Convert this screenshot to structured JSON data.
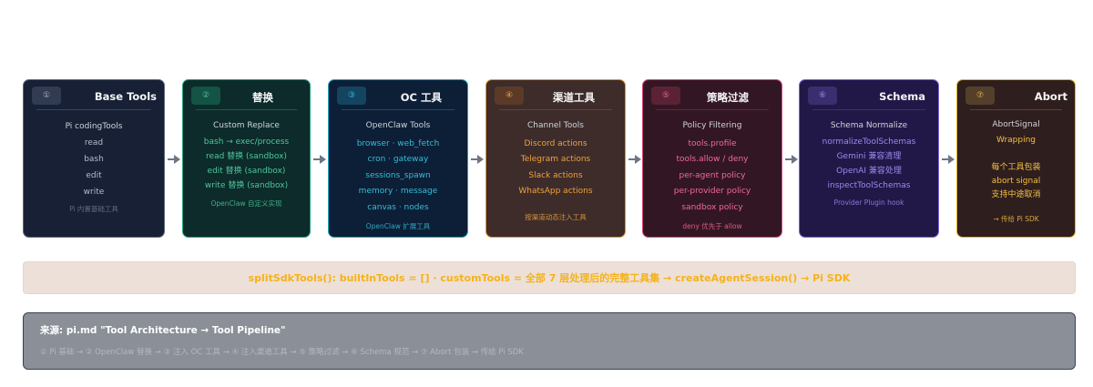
{
  "colors": {
    "arrow": "#6b7686",
    "banner_bg": "#ede0d8",
    "banner_text": "#f5b21a",
    "source_bg": "#8a8f98"
  },
  "stages": [
    {
      "badge": "①",
      "title": "Base Tools",
      "colors": {
        "bg": "#172034",
        "border": "#5f6b80",
        "badge_bg": "#313b52",
        "badge_fg": "#aab3c2",
        "rule": "#3a4559"
      },
      "lines": [
        "Pi codingTools",
        "read",
        "bash",
        "edit",
        "write"
      ],
      "note": "Pi 内置基础工具"
    },
    {
      "badge": "②",
      "title": "替换",
      "colors": {
        "bg": "#0c2b2a",
        "border": "#23a27a",
        "badge_bg": "#145346",
        "badge_fg": "#50c69c",
        "rule": "#1f5a4c"
      },
      "lines": [
        "Custom Replace",
        "bash → exec/process",
        "read 替换 (sandbox)",
        "edit 替换 (sandbox)",
        "write 替换 (sandbox)"
      ],
      "note": "OpenClaw 自定义实现"
    },
    {
      "badge": "③",
      "title": "OC 工具",
      "colors": {
        "bg": "#0c1f36",
        "border": "#1fa6c4",
        "badge_bg": "#144560",
        "badge_fg": "#38bcd8",
        "rule": "#1c4c66"
      },
      "lines": [
        "OpenClaw Tools",
        "browser · web_fetch",
        "cron · gateway",
        "sessions_spawn",
        "memory · message",
        "canvas · nodes"
      ],
      "note": "OpenClaw 扩展工具"
    },
    {
      "badge": "④",
      "title": "渠道工具",
      "colors": {
        "bg": "#3d2c2a",
        "border": "#e0963a",
        "badge_bg": "#5b3b28",
        "badge_fg": "#f2a23a",
        "rule": "#5e4535"
      },
      "lines": [
        "Channel Tools",
        "Discord actions",
        "Telegram actions",
        "Slack actions",
        "WhatsApp actions"
      ],
      "note": "按渠道动态注入工具"
    },
    {
      "badge": "⑤",
      "title": "策略过滤",
      "colors": {
        "bg": "#331624",
        "border": "#d94a78",
        "badge_bg": "#5b2236",
        "badge_fg": "#ef6a94",
        "rule": "#5a2a3c"
      },
      "lines": [
        "Policy Filtering",
        "tools.profile",
        "tools.allow / deny",
        "per-agent policy",
        "per-provider policy",
        "sandbox policy"
      ],
      "note": "deny 优先于 allow"
    },
    {
      "badge": "⑥",
      "title": "Schema",
      "colors": {
        "bg": "#221848",
        "border": "#7c63d6",
        "badge_bg": "#3b2e6e",
        "badge_fg": "#9d88ee",
        "rule": "#3c3166"
      },
      "lines": [
        "Schema Normalize",
        "normalizeToolSchemas",
        "Gemini 兼容清理",
        "OpenAI 兼容处理",
        "inspectToolSchemas"
      ],
      "note": "Provider Plugin hook"
    },
    {
      "badge": "⑦",
      "title": "Abort",
      "colors": {
        "bg": "#2f1e1e",
        "border": "#e3b32a",
        "badge_bg": "#54402a",
        "badge_fg": "#f2c040",
        "rule": "#56432c"
      },
      "lines": [
        "AbortSignal",
        "Wrapping",
        "",
        "每个工具包装",
        "abort signal",
        "支持中途取消"
      ],
      "note": "→ 传给 Pi SDK"
    }
  ],
  "banner": "splitSdkTools(): builtInTools = [] · customTools = 全部 7 层处理后的完整工具集 → createAgentSession() → Pi SDK",
  "source": {
    "title": "来源: pi.md \"Tool Architecture → Tool Pipeline\"",
    "flow": "① Pi 基础 → ② OpenClaw 替换 → ③ 注入 OC 工具 → ④ 注入渠道工具 → ⑤ 策略过滤 → ⑥ Schema 规范 → ⑦ Abort 包装 → 传给 Pi SDK"
  }
}
